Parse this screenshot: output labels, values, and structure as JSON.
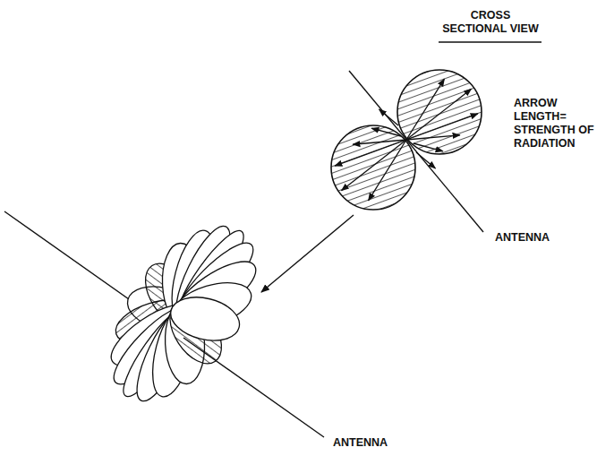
{
  "diagram": {
    "labels": [
      "CROSS SECTIONAL VIEW",
      "ARROW LENGTH= STRENGTH OF RADIATION",
      "ANTENNA",
      "ANTENNA"
    ]
  }
}
